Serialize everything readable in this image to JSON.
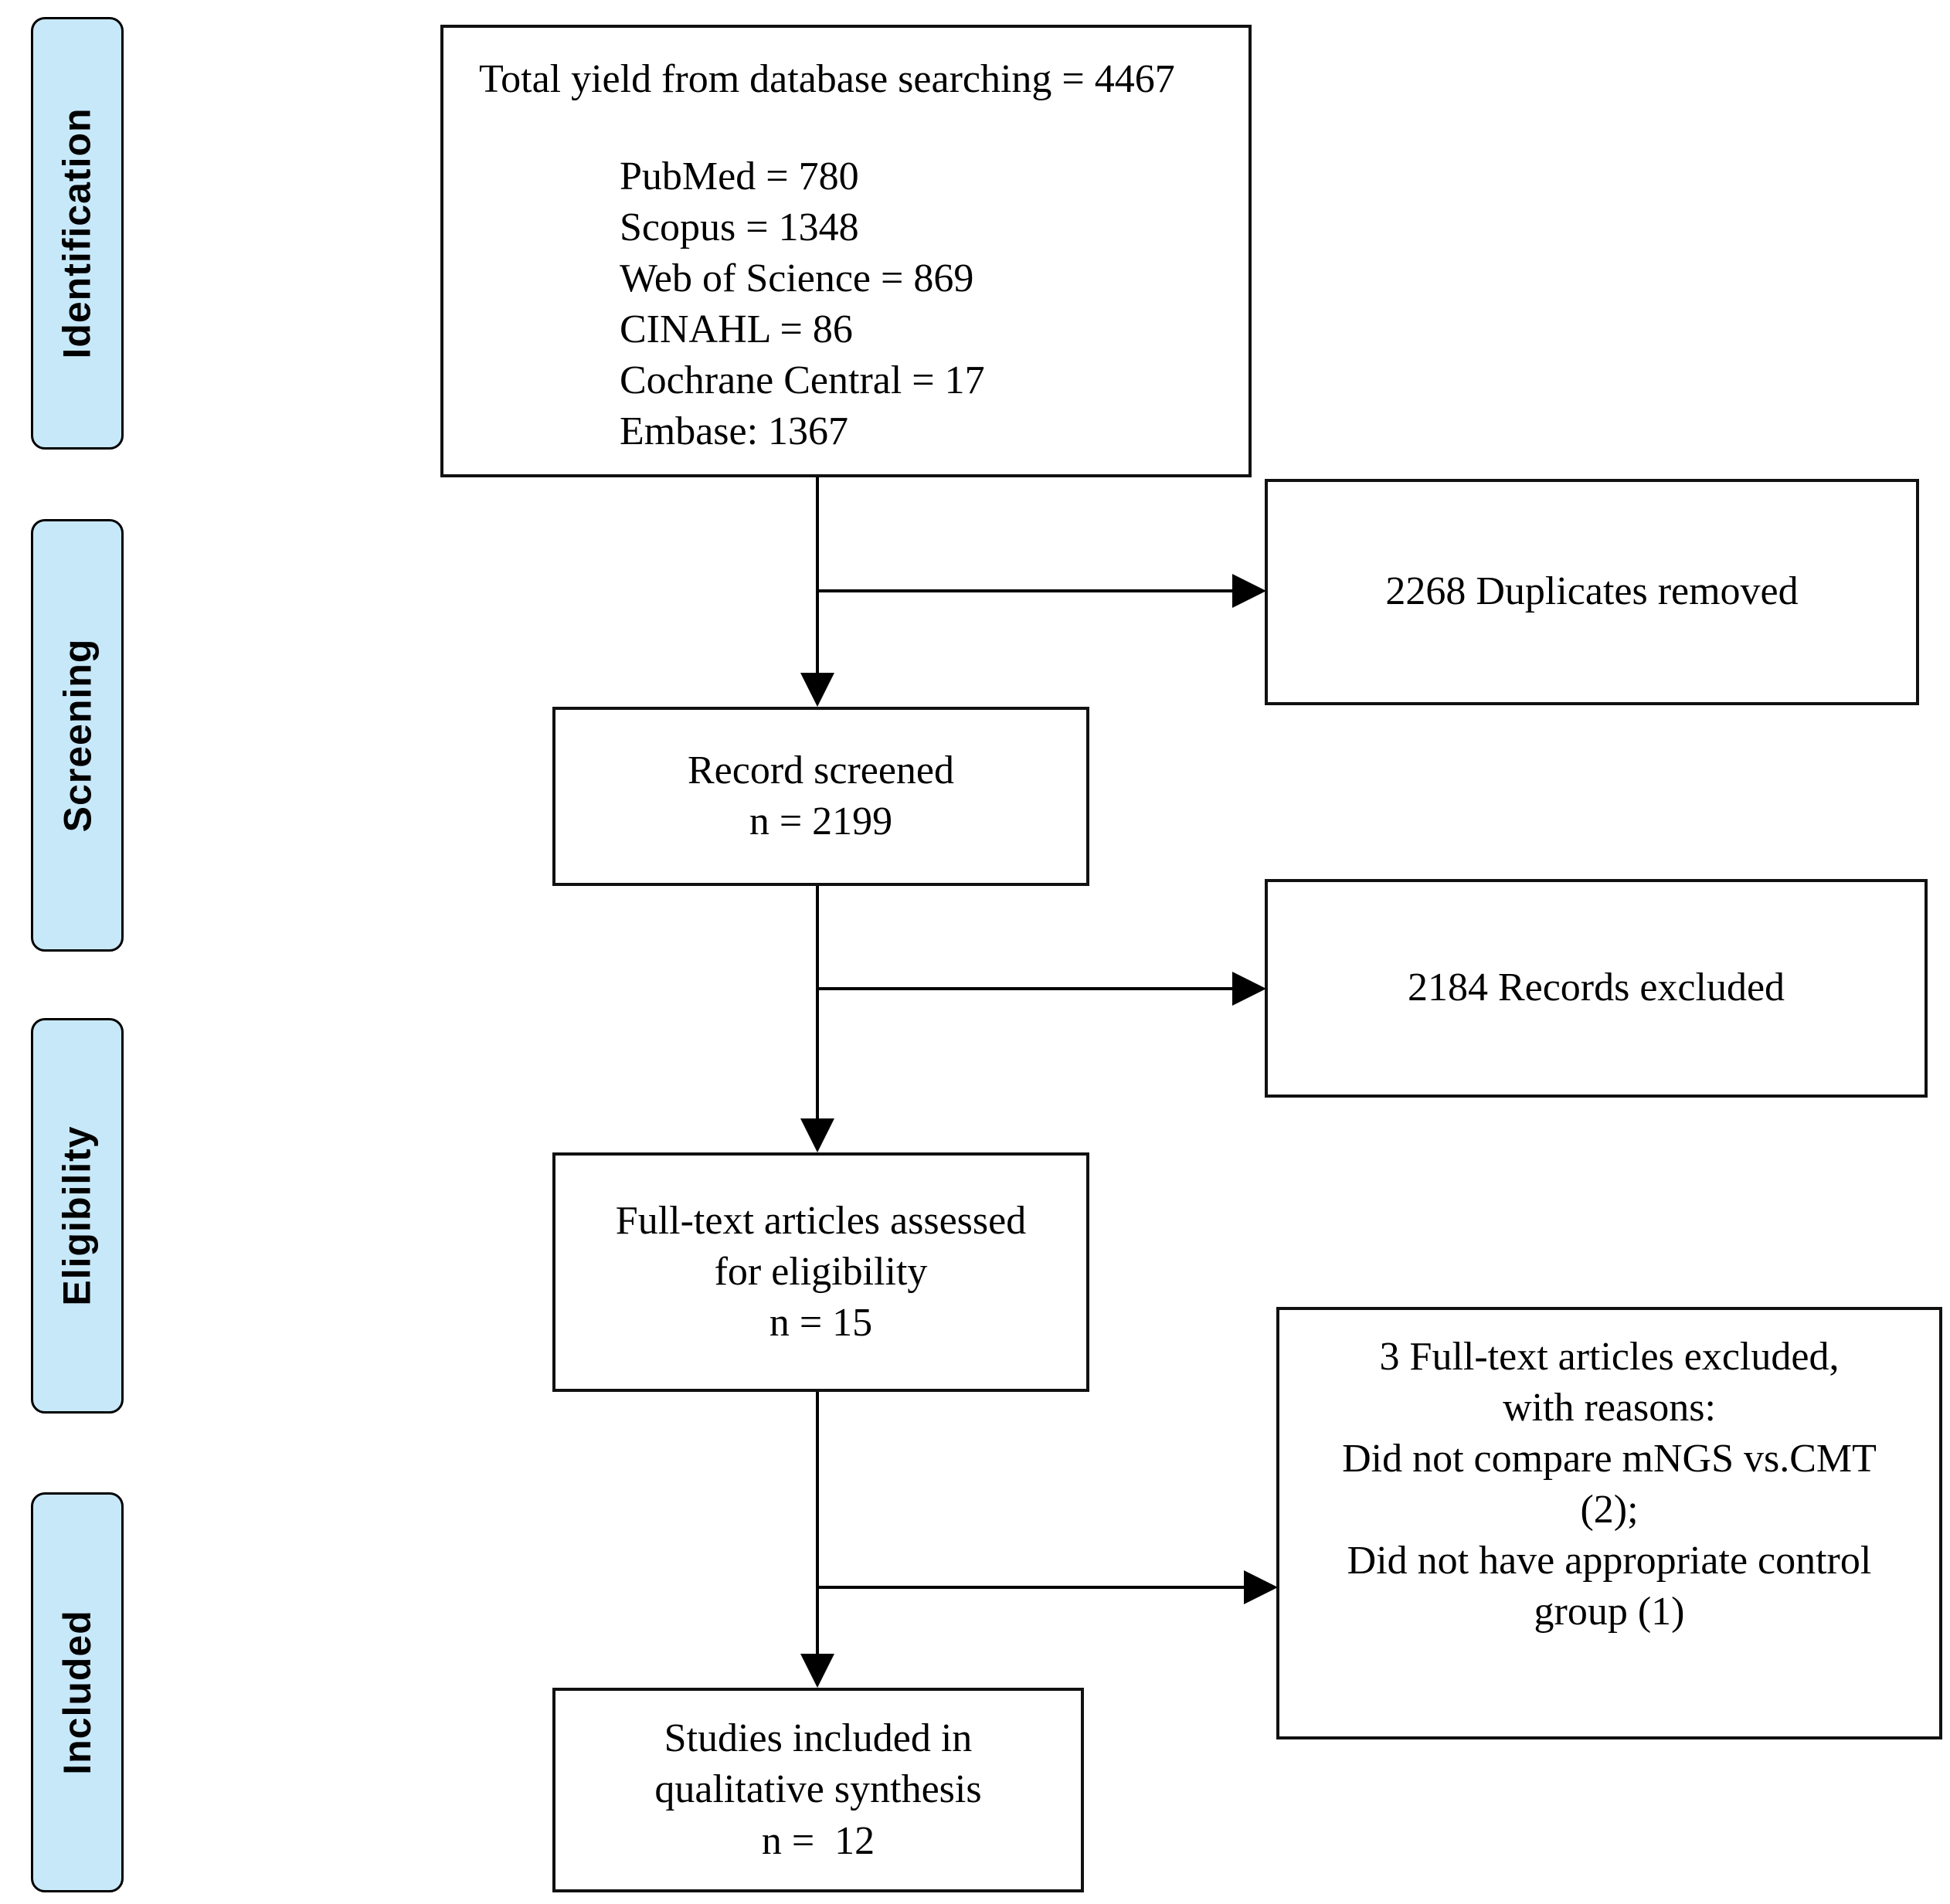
{
  "diagram": {
    "type": "prisma-flowchart",
    "colors": {
      "stage_fill": "#c7e8f9",
      "border": "#000000",
      "background": "#ffffff"
    },
    "stages": [
      {
        "label": "Identification"
      },
      {
        "label": "Screening"
      },
      {
        "label": "Eligibility"
      },
      {
        "label": "Included"
      }
    ],
    "identification_box": {
      "title": "Total yield from database searching = 4467",
      "sources": [
        "PubMed = 780",
        "Scopus = 1348",
        "Web of Science = 869",
        "CINAHL = 86",
        "Cochrane Central = 17",
        "Embase: 1367"
      ]
    },
    "duplicates_box": {
      "text": "2268 Duplicates removed"
    },
    "screened_box": {
      "text": "Record screened\nn = 2199"
    },
    "excluded_box": {
      "text": "2184 Records excluded"
    },
    "fulltext_box": {
      "text": "Full-text articles assessed\nfor eligibility\nn = 15"
    },
    "reasons_box": {
      "text": "3 Full-text articles excluded,\nwith reasons:\nDid not compare mNGS vs.CMT\n(2);\nDid not have appropriate control\ngroup (1)"
    },
    "studies_box": {
      "text": "Studies included in\nqualitative synthesis\nn =  12"
    }
  }
}
